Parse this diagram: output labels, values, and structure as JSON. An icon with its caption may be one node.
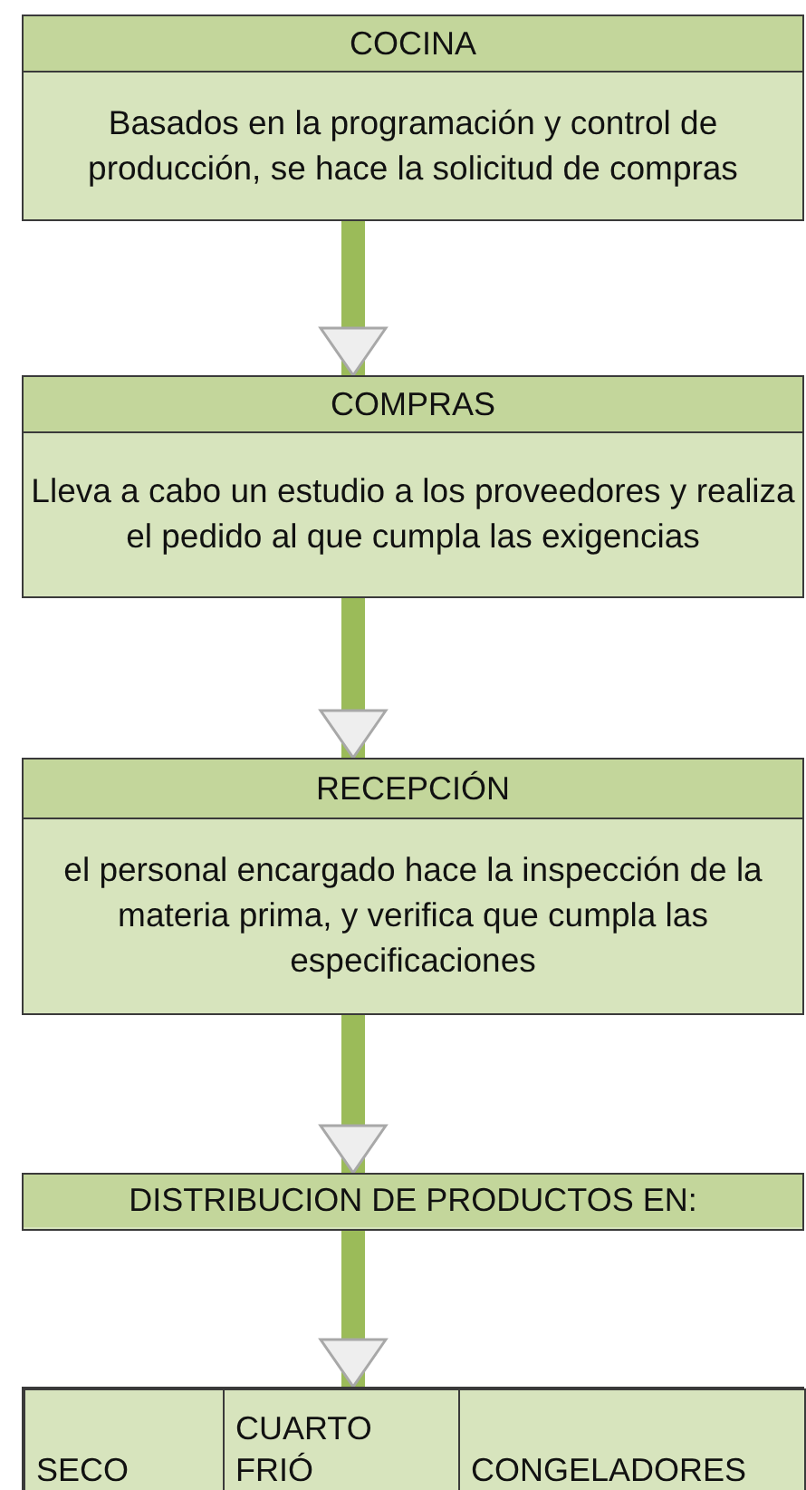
{
  "diagram": {
    "nodes": [
      {
        "text": [
          "COCINA",
          "Basados en la programación y control de producción, se hace la solicitud de compras"
        ]
      },
      {
        "text": [
          "COMPRAS",
          "Lleva a cabo un estudio a los proveedores y realiza el pedido al que cumpla las exigencias"
        ]
      },
      {
        "text": [
          "RECEPCIÓN",
          "el personal encargado hace la inspección de la materia prima, y verifica que cumpla las especificaciones"
        ]
      },
      {
        "text": [
          "DISTRIBUCION DE PRODUCTOS EN:"
        ]
      },
      {
        "text": [],
        "shape": "box"
      },
      {
        "text": [
          "SECO"
        ],
        "in": 4
      },
      {
        "text": [
          "CUARTO FRIÓ"
        ],
        "in": 4
      },
      {
        "text": [
          "CONGELADORES"
        ],
        "in": 4
      }
    ],
    "edges": [
      {
        "from": 0,
        "to": 1,
        "arrow": "to"
      },
      {
        "from": 1,
        "to": 2,
        "arrow": "to"
      },
      {
        "from": 2,
        "to": 3,
        "arrow": "to"
      },
      {
        "from": 3,
        "to": 4,
        "arrow": "to"
      }
    ]
  }
}
